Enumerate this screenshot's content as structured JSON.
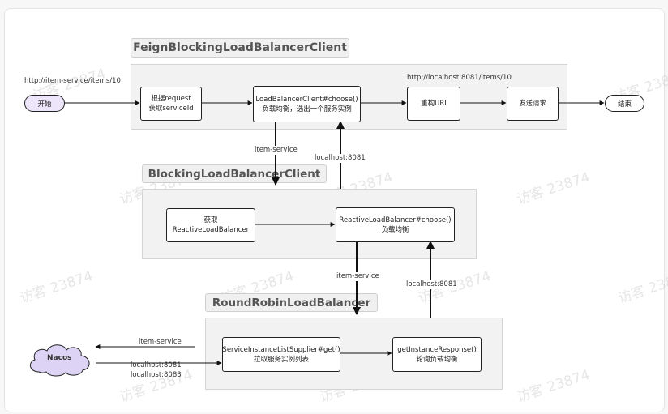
{
  "panels": {
    "feign": "FeignBlockingLoadBalancerClient",
    "blocking": "BlockingLoadBalancerClient",
    "roundrobin": "RoundRobinLoadBalancer"
  },
  "nodes": {
    "start": "开始",
    "end": "结束",
    "get_service_id": [
      "根据request",
      "获取serviceId"
    ],
    "lb_choose": [
      "LoadBalancerClient#choose()",
      "负载均衡，选出一个服务实例"
    ],
    "rebuild_uri": "重构URI",
    "send_request": "发送请求",
    "get_reactive": [
      "获取",
      "ReactiveLoadBalancer"
    ],
    "reactive_choose": [
      "ReactiveLoadBalancer#choose()",
      "负载均衡"
    ],
    "supplier_get": [
      "ServiceInstanceListSupplier#get()",
      "拉取服务实例列表"
    ],
    "get_instance_response": [
      "getInstanceResponse()",
      "轮询负载均衡"
    ],
    "nacos": "Nacos"
  },
  "labels": {
    "request_url": "http://item-service/items/10",
    "resolved_url": "http://localhost:8081/items/10",
    "item_service_1": "item-service",
    "localhost_1": "localhost:8081",
    "item_service_2": "item-service",
    "localhost_2": "localhost:8081",
    "item_service_3": "item-service",
    "nacos_hosts": [
      "localhost:8081",
      "localhost:8083"
    ]
  },
  "watermark": "访客 23874"
}
